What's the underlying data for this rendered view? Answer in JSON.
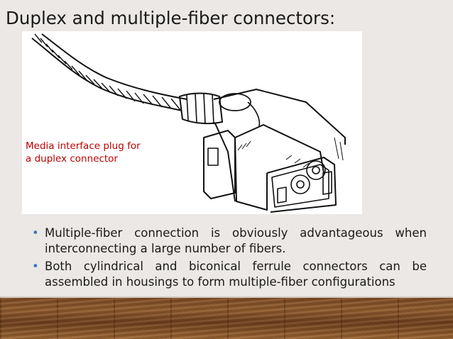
{
  "slide": {
    "title": "Duplex and multiple-fiber connectors:",
    "figure": {
      "icon": "duplex-connector-drawing",
      "caption_lines": [
        "Media interface plug for",
        "a duplex connector"
      ],
      "caption_color": "#c00000"
    },
    "bullets": [
      "Multiple-fiber connection is obviously advantageous when interconnecting a large number of fibers.",
      "Both cylindrical and biconical ferrule connectors can be assembled in housings to form multiple-fiber configurations"
    ],
    "bullet_color": "#3c78c8"
  }
}
